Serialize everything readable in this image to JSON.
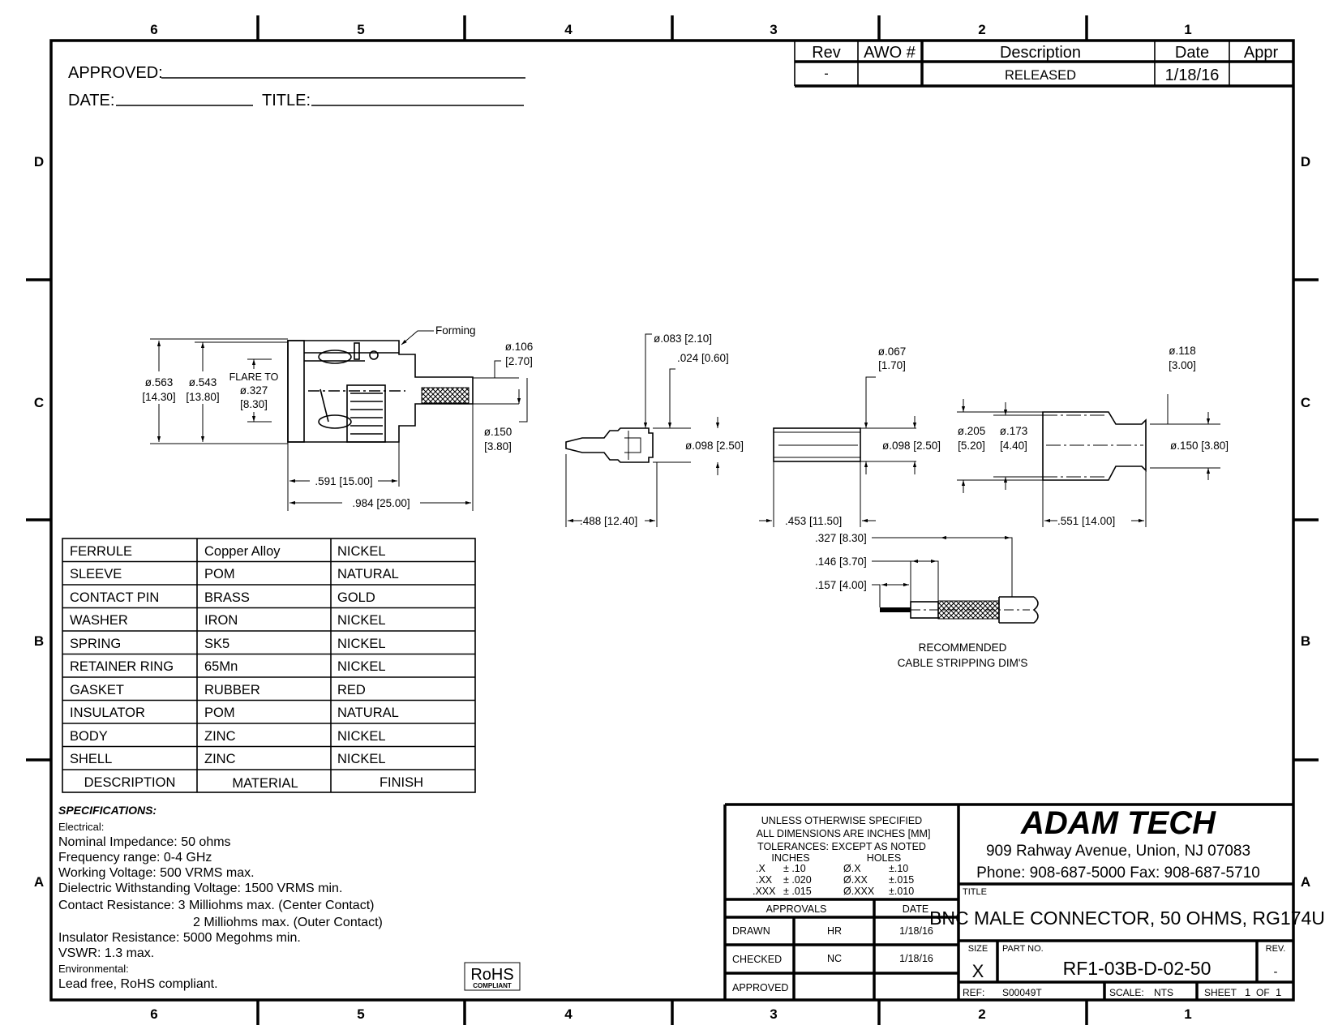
{
  "zones": {
    "columns": [
      "6",
      "5",
      "4",
      "3",
      "2",
      "1"
    ],
    "rows": [
      "D",
      "C",
      "B",
      "A"
    ]
  },
  "header": {
    "approved_label": "APPROVED:",
    "date_label": "DATE:",
    "title_label": "TITLE:"
  },
  "revisions": {
    "headers": {
      "rev": "Rev",
      "awo": "AWO #",
      "description": "Description",
      "date": "Date",
      "appr": "Appr"
    },
    "rows": [
      {
        "rev": "-",
        "awo": "",
        "description": "RELEASED",
        "date": "1/18/16",
        "appr": ""
      }
    ]
  },
  "main_view": {
    "forming": "Forming",
    "d563": "ø.563",
    "d563mm": "[14.30]",
    "d543": "ø.543",
    "d543mm": "[13.80]",
    "flare1": "FLARE TO",
    "flare2": "ø.327",
    "flare3": "[8.30]",
    "d106": "ø.106",
    "d106mm": "[2.70]",
    "d150": "ø.150",
    "d150mm": "[3.80]",
    "l591": ".591 [15.00]",
    "l984": ".984 [25.00]"
  },
  "pin_view": {
    "d083": "ø.083 [2.10]",
    "d024": ".024 [0.60]",
    "d098": "ø.098 [2.50]",
    "l488": ".488 [12.40]"
  },
  "sleeve_view": {
    "d067": "ø.067",
    "d067mm": "[1.70]",
    "d098": "ø.098 [2.50]",
    "l453": ".453 [11.50]"
  },
  "ferrule_view": {
    "d205": "ø.205",
    "d205mm": "[5.20]",
    "d173": "ø.173",
    "d173mm": "[4.40]",
    "d118": "ø.118",
    "d118mm": "[3.00]",
    "d150": "ø.150 [3.80]",
    "l551": ".551 [14.00]"
  },
  "stripping": {
    "l327": ".327 [8.30]",
    "l146": ".146 [3.70]",
    "l157": ".157 [4.00]",
    "caption1": "RECOMMENDED",
    "caption2": "CABLE STRIPPING DIM'S"
  },
  "materials": {
    "rows": [
      {
        "description": "FERRULE",
        "material": "Copper Alloy",
        "finish": "NICKEL"
      },
      {
        "description": "SLEEVE",
        "material": "POM",
        "finish": "NATURAL"
      },
      {
        "description": "CONTACT PIN",
        "material": "BRASS",
        "finish": "GOLD"
      },
      {
        "description": "WASHER",
        "material": "IRON",
        "finish": "NICKEL"
      },
      {
        "description": "SPRING",
        "material": "SK5",
        "finish": "NICKEL"
      },
      {
        "description": "RETAINER RING",
        "material": "65Mn",
        "finish": "NICKEL"
      },
      {
        "description": "GASKET",
        "material": "RUBBER",
        "finish": "RED"
      },
      {
        "description": "INSULATOR",
        "material": "POM",
        "finish": "NATURAL"
      },
      {
        "description": "BODY",
        "material": "ZINC",
        "finish": "NICKEL"
      },
      {
        "description": "SHELL",
        "material": "ZINC",
        "finish": "NICKEL"
      }
    ],
    "headers": {
      "description": "DESCRIPTION",
      "material": "MATERIAL",
      "finish": "FINISH"
    }
  },
  "specifications": {
    "title": "SPECIFICATIONS:",
    "lines": [
      "Electrical:",
      "Nominal Impedance: 50 ohms",
      "Frequency range:  0-4 GHz",
      "Working Voltage: 500 VRMS max.",
      "Dielectric Withstanding Voltage: 1500 VRMS min.",
      "Contact Resistance: 3 Milliohms max. (Center Contact)",
      "2 Milliohms max. (Outer Contact)",
      "Insulator Resistance: 5000 Megohms min.",
      "VSWR: 1.3 max.",
      "Environmental:",
      "Lead free, RoHS compliant."
    ],
    "rohs_logo": "RoHS",
    "rohs_sub": "COMPLIANT"
  },
  "tolerances": {
    "l1": "UNLESS OTHERWISE SPECIFIED",
    "l2": "ALL DIMENSIONS ARE INCHES [MM]",
    "l3": "TOLERANCES: EXCEPT AS NOTED",
    "inches": "INCHES",
    "holes": "HOLES",
    "rows": [
      {
        "a": ".X",
        "b": "± .10",
        "c": "Ø.X",
        "d": "±.10"
      },
      {
        "a": ".XX",
        "b": "± .020",
        "c": "Ø.XX",
        "d": "±.015"
      },
      {
        "a": ".XXX",
        "b": "± .015",
        "c": "Ø.XXX",
        "d": "±.010"
      }
    ]
  },
  "approvals": {
    "header": "APPROVALS",
    "date_header": "DATE",
    "rows": [
      {
        "role": "DRAWN",
        "name": "HR",
        "date": "1/18/16"
      },
      {
        "role": "CHECKED",
        "name": "NC",
        "date": "1/18/16"
      },
      {
        "role": "APPROVED",
        "name": "",
        "date": ""
      }
    ]
  },
  "company": {
    "name": "ADAM TECH",
    "address": "909 Rahway Avenue, Union, NJ 07083",
    "phone": "Phone: 908-687-5000 Fax: 908-687-5710"
  },
  "title_block": {
    "title_label": "TITLE",
    "title": "BNC MALE CONNECTOR, 50 OHMS, RG174U",
    "size_label": "SIZE",
    "size": "X",
    "part_label": "PART NO.",
    "part_no": "RF1-03B-D-02-50",
    "rev_label": "REV.",
    "rev": "-",
    "ref_label": "REF:",
    "ref": "S00049T",
    "scale_label": "SCALE:",
    "scale": "NTS",
    "sheet_label": "SHEET",
    "sheet": "1",
    "of_label": "OF",
    "of": "1"
  }
}
